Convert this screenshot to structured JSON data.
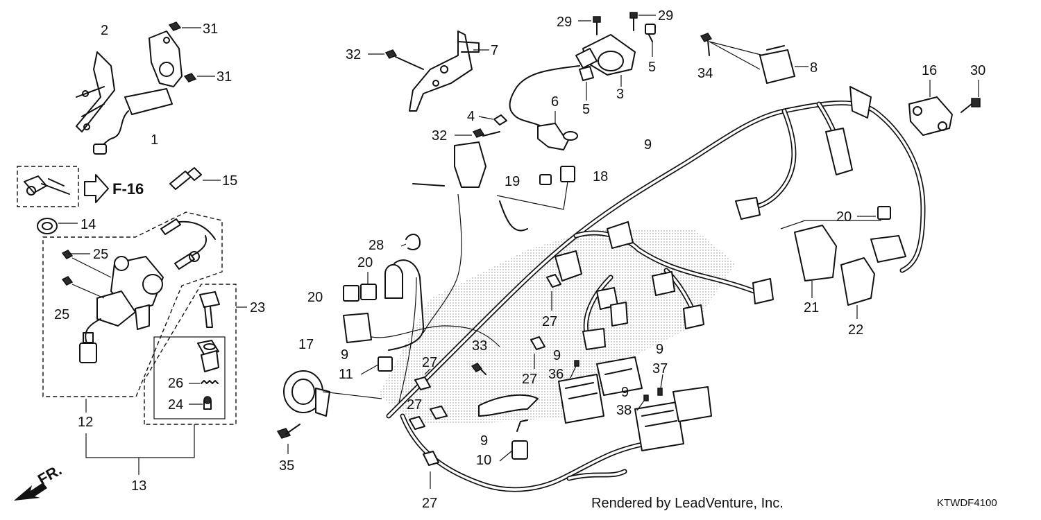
{
  "callouts": {
    "c1": "1",
    "c2": "2",
    "c3": "3",
    "c4": "4",
    "c5a": "5",
    "c5b": "5",
    "c6": "6",
    "c7": "7",
    "c8": "8",
    "c9a": "9",
    "c9b": "9",
    "c9c": "9",
    "c9d": "9",
    "c9e": "9",
    "c9f": "9",
    "c10": "10",
    "c11": "11",
    "c12": "12",
    "c13": "13",
    "c14": "14",
    "c15": "15",
    "c16": "16",
    "c17": "17",
    "c18": "18",
    "c19": "19",
    "c20a": "20",
    "c20b": "20",
    "c20c": "20",
    "c21": "21",
    "c22": "22",
    "c23": "23",
    "c24": "24",
    "c25a": "25",
    "c25b": "25",
    "c26": "26",
    "c27a": "27",
    "c27b": "27",
    "c27c": "27",
    "c27d": "27",
    "c27e": "27",
    "c28": "28",
    "c29a": "29",
    "c29b": "29",
    "c30": "30",
    "c31a": "31",
    "c31b": "31",
    "c32a": "32",
    "c32b": "32",
    "c33": "33",
    "c34": "34",
    "c35": "35",
    "c36": "36",
    "c37": "37",
    "c38": "38"
  },
  "reference": {
    "section": "F-16"
  },
  "direction": {
    "label": "FR."
  },
  "credit": "Rendered by LeadVenture, Inc.",
  "diagram_code": "KTWDF4100"
}
